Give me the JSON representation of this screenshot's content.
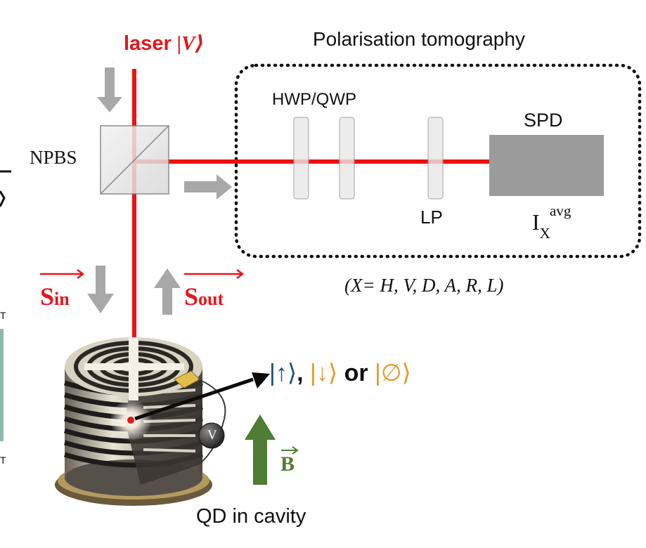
{
  "title": "Polarisation tomography",
  "laser": {
    "prefix": "laser ",
    "ket": "|V⟩"
  },
  "labels": {
    "npbs": "NPBS",
    "hwp_qwp": "HWP/QWP",
    "lp": "LP",
    "spd": "SPD",
    "intensity_base": "I",
    "intensity_sub": "X",
    "intensity_sup": "avg",
    "basis_note": "(X= H, V, D, A, R, L)",
    "s_in_base": "S",
    "s_in_sub": "in",
    "s_out_base": "S",
    "s_out_sub": "out",
    "voltage": "V",
    "b_field": "B",
    "qd_label": "QD in cavity",
    "cut_left_top": "T",
    "cut_left_bottom": "T"
  },
  "states": {
    "up": "|↑⟩",
    "sep": ", ",
    "down": "|↓⟩",
    "or": " or ",
    "empty": "|∅⟩"
  },
  "colors": {
    "laser": "#e8141b",
    "arrow_gray": "#a8a8a8",
    "up_state": "#1d4f7c",
    "down_state": "#e29a2c",
    "b_field": "#4f7d33",
    "spd_fill": "#9b9b9b"
  }
}
